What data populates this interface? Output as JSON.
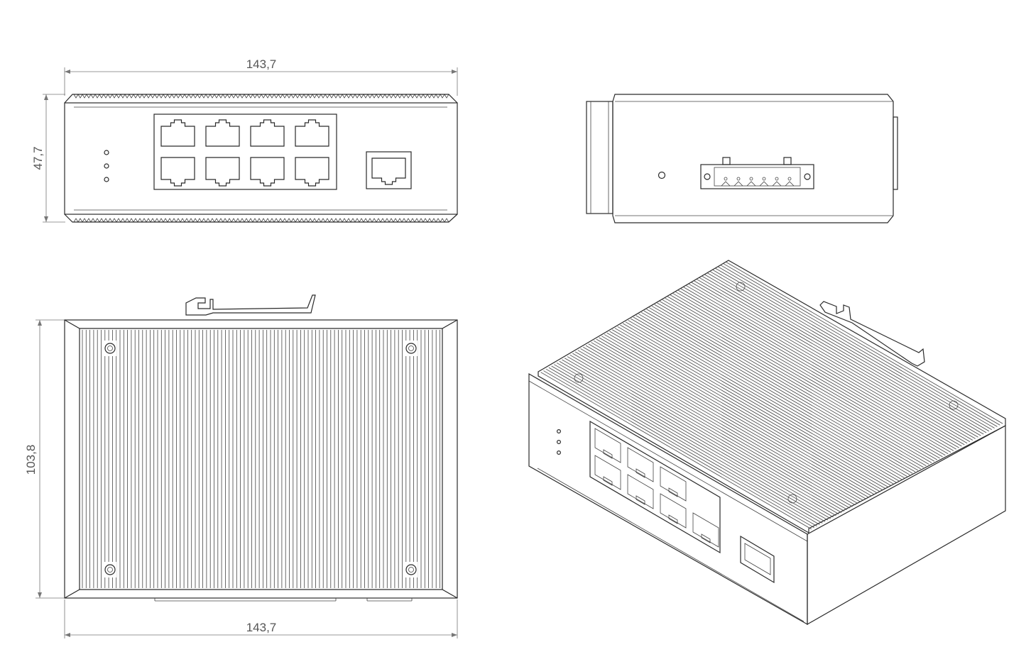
{
  "dimensions": {
    "front_width": "143,7",
    "front_height": "47,7",
    "top_height": "103,8",
    "top_width": "143,7"
  },
  "colors": {
    "line": "#2a2a2a",
    "dimension": "#777777",
    "background": "#ffffff"
  }
}
